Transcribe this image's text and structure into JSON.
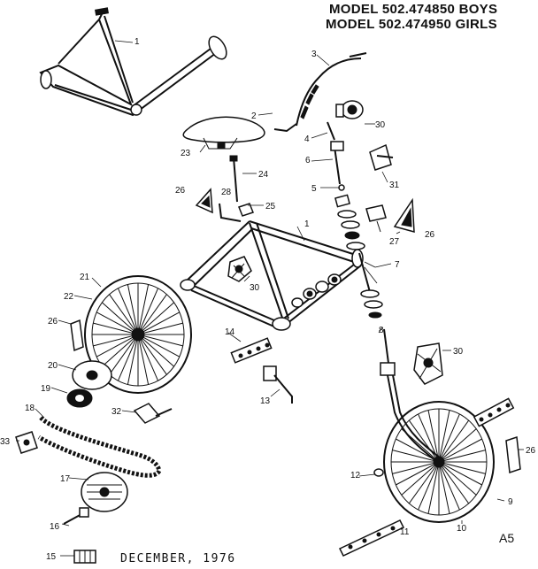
{
  "header": {
    "model_boys": "MODEL 502.474850 BOYS",
    "model_girls": "MODEL 502.474950 GIRLS"
  },
  "footer": {
    "date": "DECEMBER, 1976",
    "sheet": "A5"
  },
  "callouts": {
    "c1a": "1",
    "c1b": "1",
    "c2": "2",
    "c3": "3",
    "c4": "4",
    "c5": "5",
    "c6": "6",
    "c7": "7",
    "c8": "8",
    "c9": "9",
    "c10": "10",
    "c11": "11",
    "c12": "12",
    "c13": "13",
    "c14": "14",
    "c15": "15",
    "c16": "16",
    "c17": "17",
    "c18": "18",
    "c19": "19",
    "c20": "20",
    "c21": "21",
    "c22": "22",
    "c23": "23",
    "c24": "24",
    "c25": "25",
    "c26a": "26",
    "c26b": "26",
    "c26c": "26",
    "c26d": "26",
    "c27": "27",
    "c28": "28",
    "c30a": "30",
    "c30b": "30",
    "c30c": "30",
    "c31": "31",
    "c32": "32",
    "c33": "33"
  }
}
